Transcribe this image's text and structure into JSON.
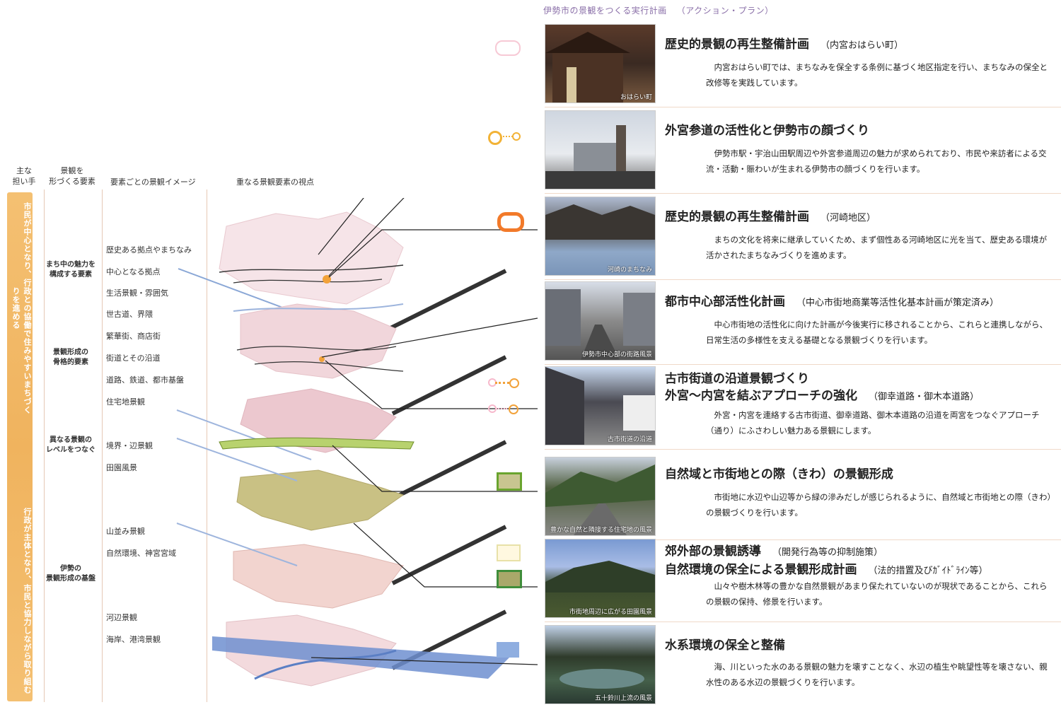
{
  "header": {
    "top_title": "伊勢市の景観をつくる実行計画",
    "top_subtitle": "（アクション・プラン）",
    "col_actor": "主な\n担い手",
    "col_element": "景観を\n形づくる要素",
    "col_image": "要素ごとの景観イメージ",
    "col_viewpoint": "重なる景観要素の視点"
  },
  "strip": {
    "upper": "市民が中心となり、行政との協働で住みやすいまちづくりを進める",
    "lower": "行政が主体となり、市民と協力しながら取り組む"
  },
  "elements": [
    {
      "label": "まち中の魅力を\n構成する要素"
    },
    {
      "label": "景観形成の\n骨格的要素"
    },
    {
      "label": "異なる景観の\nレベルをつなぐ"
    },
    {
      "label": "伊勢の\n景観形成の基盤"
    }
  ],
  "image_labels": [
    "歴史ある拠点やまちなみ",
    "中心となる拠点",
    "生活景観・雰囲気",
    "世古道、界隈",
    "繁華街、商店街",
    "街道とその沿道",
    "道路、鉄道、都市基盤",
    "住宅地景観",
    "境界・辺景観",
    "田園風景",
    "山並み景観",
    "自然環境、神宮宮域",
    "河辺景観",
    "海岸、港湾景観"
  ],
  "plans": [
    {
      "title": "歴史的景観の再生整備計画",
      "subtitle": "（内宮おはらい町）",
      "desc": "内宮おはらい町では、まちなみを保全する条例に基づく地区指定を行い、まちなみの保全と改修等を実践しています。",
      "caption": "おはらい町"
    },
    {
      "title": "外宮参道の活性化と伊勢市の顔づくり",
      "subtitle": "",
      "desc": "伊勢市駅・宇治山田駅周辺や外宮参道周辺の魅力が求められており、市民や来訪者による交流・活動・賑わいが生まれる伊勢市の顔づくりを行います。",
      "caption": ""
    },
    {
      "title": "歴史的景観の再生整備計画",
      "subtitle": "（河崎地区）",
      "desc": "まちの文化を将来に継承していくため、まず個性ある河崎地区に光を当て、歴史ある環境が活かされたまちなみづくりを進めます。",
      "caption": "河崎のまちなみ"
    },
    {
      "title": "都市中心部活性化計画",
      "subtitle": "（中心市街地商業等活性化基本計画が策定済み）",
      "desc": "中心市街地の活性化に向けた計画が今後実行に移されることから、これらと連携しながら、日常生活の多様性を支える基礎となる景観づくりを行います。",
      "caption": "伊勢市中心部の街路風景"
    },
    {
      "title": "古市街道の沿道景観づくり",
      "title2": "外宮〜内宮を結ぶアプローチの強化",
      "subtitle": "（御幸道路・御木本道路）",
      "desc": "外宮・内宮を連絡する古市街道、御幸道路、御木本道路の沿道を両宮をつなぐアプローチ（通り）にふさわしい魅力ある景観にします。",
      "caption": "古市街道の沿道"
    },
    {
      "title": "自然域と市街地との際（きわ）の景観形成",
      "subtitle": "",
      "desc": "市街地に水辺や山辺等から緑の滲みだしが感じられるように、自然域と市街地との際（きわ）の景観づくりを行います。",
      "caption": "豊かな自然と隣接する住宅地の風景"
    },
    {
      "title": "郊外部の景観誘導",
      "subtitle": "（開発行為等の抑制施策）",
      "title2": "自然環境の保全による景観形成計画",
      "subtitle2": "（法的措置及びｶﾞｲﾄﾞﾗｲﾝ等）",
      "desc": "山々や樹木林等の豊かな自然景観があまり保たれていないのが現状であることから、これらの景観の保持、修景を行います。",
      "caption": "市街地周辺に広がる田園風景"
    },
    {
      "title": "水系環境の保全と整備",
      "subtitle": "",
      "desc": "海、川といった水のある景観の魅力を壊すことなく、水辺の植生や眺望性等を壊さない、親水性のある水辺の景観づくりを行います。",
      "caption": "五十鈴川上流の風景"
    }
  ],
  "colors": {
    "strip": "#f2b865",
    "pink_layer": "#f3d9dc",
    "green_layer": "#c9c184",
    "water": "#5b7fc4",
    "accent_orange": "#f2a23a",
    "header_purple": "#8a6fa8"
  }
}
